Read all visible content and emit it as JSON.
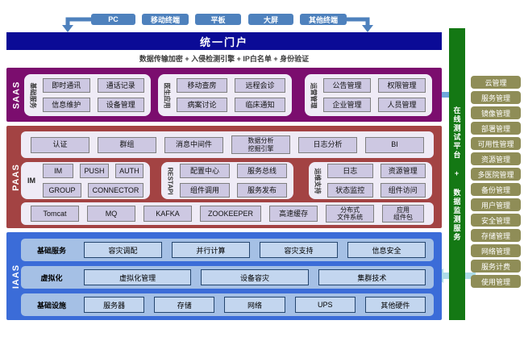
{
  "terminals": [
    "PC",
    "移动终端",
    "平板",
    "大屏",
    "其他终端"
  ],
  "portal": {
    "title": "统一门户"
  },
  "security_line": "数据传输加密 + 入侵检测引擎 + IP白名单 + 身份验证",
  "saas": {
    "label": "SAAS",
    "groups": [
      {
        "label": "基础服务",
        "items": [
          "即时通讯",
          "通话记录",
          "信息维护",
          "设备管理"
        ]
      },
      {
        "label": "医生应用",
        "items": [
          "移动查房",
          "远程会诊",
          "病案讨论",
          "临床通知"
        ]
      },
      {
        "label": "运营管理",
        "items": [
          "公告管理",
          "权限管理",
          "企业管理",
          "人员管理"
        ]
      }
    ]
  },
  "paas": {
    "label": "PAAS",
    "row1": [
      "认证",
      "群组",
      "消息中间件",
      "数据分析\n挖掘引擎",
      "日志分析",
      "BI"
    ],
    "groups": [
      {
        "label": "IM",
        "items": [
          "IM",
          "PUSH",
          "AUTH",
          "GROUP",
          "CONNECTOR"
        ]
      },
      {
        "label": "RESTAPI",
        "items": [
          "配置中心",
          "服务总线",
          "组件调用",
          "服务发布"
        ]
      },
      {
        "label": "运维支持",
        "items": [
          "日志",
          "资源管理",
          "状态监控",
          "组件访问"
        ]
      }
    ],
    "row3": [
      "Tomcat",
      "MQ",
      "KAFKA",
      "ZOOKEEPER",
      "高速缓存",
      "分布式\n文件系统",
      "应用\n组件包"
    ]
  },
  "iaas": {
    "label": "IAAS",
    "rows": [
      {
        "label": "基础服务",
        "items": [
          "容灾调配",
          "并行计算",
          "容灾支持",
          "信息安全"
        ]
      },
      {
        "label": "虚拟化",
        "items": [
          "虚拟化管理",
          "设备容灾",
          "集群技术"
        ]
      },
      {
        "label": "基础设施",
        "items": [
          "服务器",
          "存储",
          "网络",
          "UPS",
          "其他硬件"
        ]
      }
    ]
  },
  "sidebar": {
    "bar_label": "在线测试平台 + 数据监测服务",
    "items": [
      "云管理",
      "服务管理",
      "镜像管理",
      "部署管理",
      "可用性管理",
      "资源管理",
      "多医院管理",
      "备份管理",
      "用户管理",
      "安全管理",
      "存储管理",
      "网络管理",
      "服务计费",
      "使用管理"
    ]
  },
  "colors": {
    "terminal_blue": "#4E81BD",
    "portal_navy": "#0B0B96",
    "saas_purple": "#7B0D6E",
    "paas_red": "#A34343",
    "iaas_blue": "#3B6CD8",
    "green_bar": "#147814",
    "khaki_button": "#8F8D57",
    "item_lavender": "#CDC8E2",
    "arrow_top": "#6FA8DC",
    "arrow_bottom": "#AEDCE8"
  }
}
